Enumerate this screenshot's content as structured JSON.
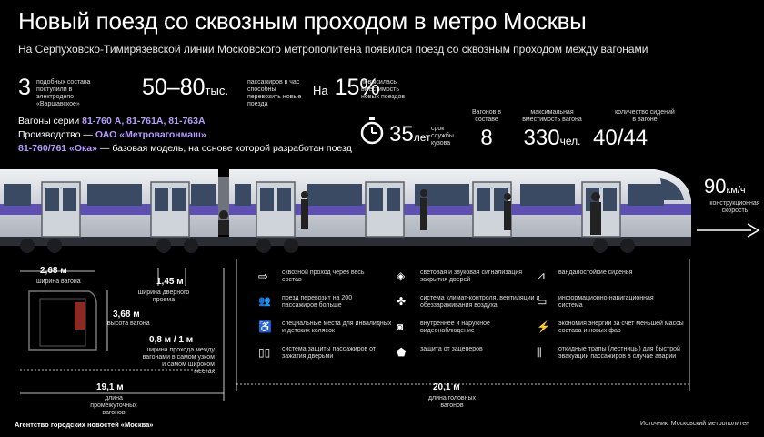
{
  "header": {
    "title": "Новый поезд со сквозным проходом в метро Москвы",
    "subtitle": "На Серпуховско-Тимирязевской линии Московского метрополитена появился поезд со сквозным проходом между вагонами"
  },
  "stats": {
    "s1_value": "3",
    "s1_note": "подобных состава поступили в электродепо «Варшавское»",
    "s2_value": "50–80",
    "s2_unit": "тыс.",
    "s2_note": "пассажиров в час способны перевозить новые поезда",
    "s3_prefix": "На",
    "s3_value": "15%",
    "s3_note": "повысилась вместимость новых поездов"
  },
  "series": {
    "line1_prefix": "Вагоны серии",
    "line1_value": "81-760 А, 81-761А, 81-763А",
    "line2_prefix": "Производство —",
    "line2_value": "ОАО «Метровагонмаш»",
    "line3_value": "81-760/761 «Ока»",
    "line3_suffix": "— базовая модель, на основе которой разработан поезд"
  },
  "specs": {
    "life_value": "35",
    "life_unit": "лет",
    "life_label": "срок службы кузова",
    "cars_label": "Вагонов в составе",
    "cars_value": "8",
    "capacity_label": "максимальная вместимость вагона",
    "capacity_value": "330",
    "capacity_unit": "чел.",
    "seats_label": "количество сидений в вагоне",
    "seats_value": "40/44"
  },
  "speed": {
    "value": "90",
    "unit": "км/ч",
    "label": "конструкционная скорость"
  },
  "dimensions": {
    "width_value": "2,68 м",
    "width_label": "ширина вагона",
    "height_value": "3,68 м",
    "height_label": "высота вагона",
    "door_value": "1,45 м",
    "door_label": "ширина дверного проема",
    "passage_value": "0,8 м / 1 м",
    "passage_label": "ширина прохода между вагонами в самом узком и самом широком местах",
    "mid_len_value": "19,1 м",
    "mid_len_label": "длина промежуточных вагонов",
    "head_len_value": "20,1 м",
    "head_len_label": "длина головных вагонов"
  },
  "features": [
    {
      "icon": "arrow-icon",
      "text": "сквозной проход через весь состав"
    },
    {
      "icon": "passengers-icon",
      "text": "поезд перевозит на 200 пассажиров больше"
    },
    {
      "icon": "wheelchair-icon",
      "text": "специальные места для инвалидных и детских колясок"
    },
    {
      "icon": "doors-icon",
      "text": "система защиты пассажиров от зажатия дверьми"
    },
    {
      "icon": "signal-icon",
      "text": "световая и звуковая сигнализация закрытия дверей"
    },
    {
      "icon": "fan-icon",
      "text": "система климат-контроля, вентиляции и обеззараживания воздуха"
    },
    {
      "icon": "camera-icon",
      "text": "внутреннее и наружное видеонаблюдение"
    },
    {
      "icon": "shield-icon",
      "text": "защита от зацеперов"
    },
    {
      "icon": "seat-icon",
      "text": "вандалостойкие сиденья"
    },
    {
      "icon": "screen-icon",
      "text": "информационно-навигационная система"
    },
    {
      "icon": "energy-icon",
      "text": "экономия энергии за счет меньшей массы состава и новых фар"
    },
    {
      "icon": "ladder-icon",
      "text": "откидные трапы (лестницы) для быстрой эвакуации пассажиров в случае аварии"
    }
  ],
  "footer": {
    "agency": "Агентство городских новостей «Москва»",
    "source": "Источник: Московский метрополитен"
  },
  "colors": {
    "accent": "#b79bff",
    "train_body": "#d9dde3",
    "train_stripe": "#5e4fb3",
    "window": "#3a4a63"
  }
}
